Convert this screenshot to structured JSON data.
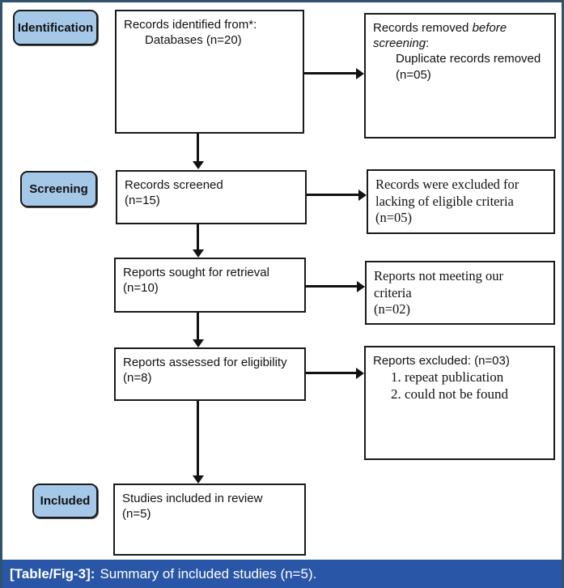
{
  "frame": {
    "border_color": "#31536d",
    "background": "#ffffff"
  },
  "stage_labels": {
    "identification": "Identification",
    "screening": "Screening",
    "included": "Included",
    "fill_color": "#a5c8e9"
  },
  "boxes": {
    "records_identified": {
      "line1": "Records identified from*:",
      "line2": "Databases (n=20)"
    },
    "records_removed": {
      "line1_prefix": "Records removed ",
      "line1_italic": "before screening",
      "line1_suffix": ":",
      "line2": "Duplicate records removed",
      "line3": "(n=05)"
    },
    "records_screened": {
      "line1": "Records screened",
      "line2": "(n=15)"
    },
    "records_excluded": {
      "line1": "Records were excluded for",
      "line2": "lacking of eligible criteria",
      "line3": "(n=05)"
    },
    "reports_sought": {
      "line1": "Reports sought for retrieval",
      "line2": "(n=10)"
    },
    "reports_not_meeting": {
      "line1": "Reports not meeting our",
      "line2": "criteria",
      "line3": "(n=02)"
    },
    "reports_assessed": {
      "line1": "Reports assessed for eligibility",
      "line2": "(n=8)"
    },
    "reports_excluded": {
      "line1": "Reports excluded: (n=03)",
      "item1": "1. repeat publication",
      "item2": "2. could not be found"
    },
    "studies_included": {
      "line1": "Studies included in review",
      "line2": "(n=5)"
    }
  },
  "caption": {
    "label": "[Table/Fig-3]:",
    "text": "Summary of included studies (n=5).",
    "bar_color": "#2a56a7"
  }
}
